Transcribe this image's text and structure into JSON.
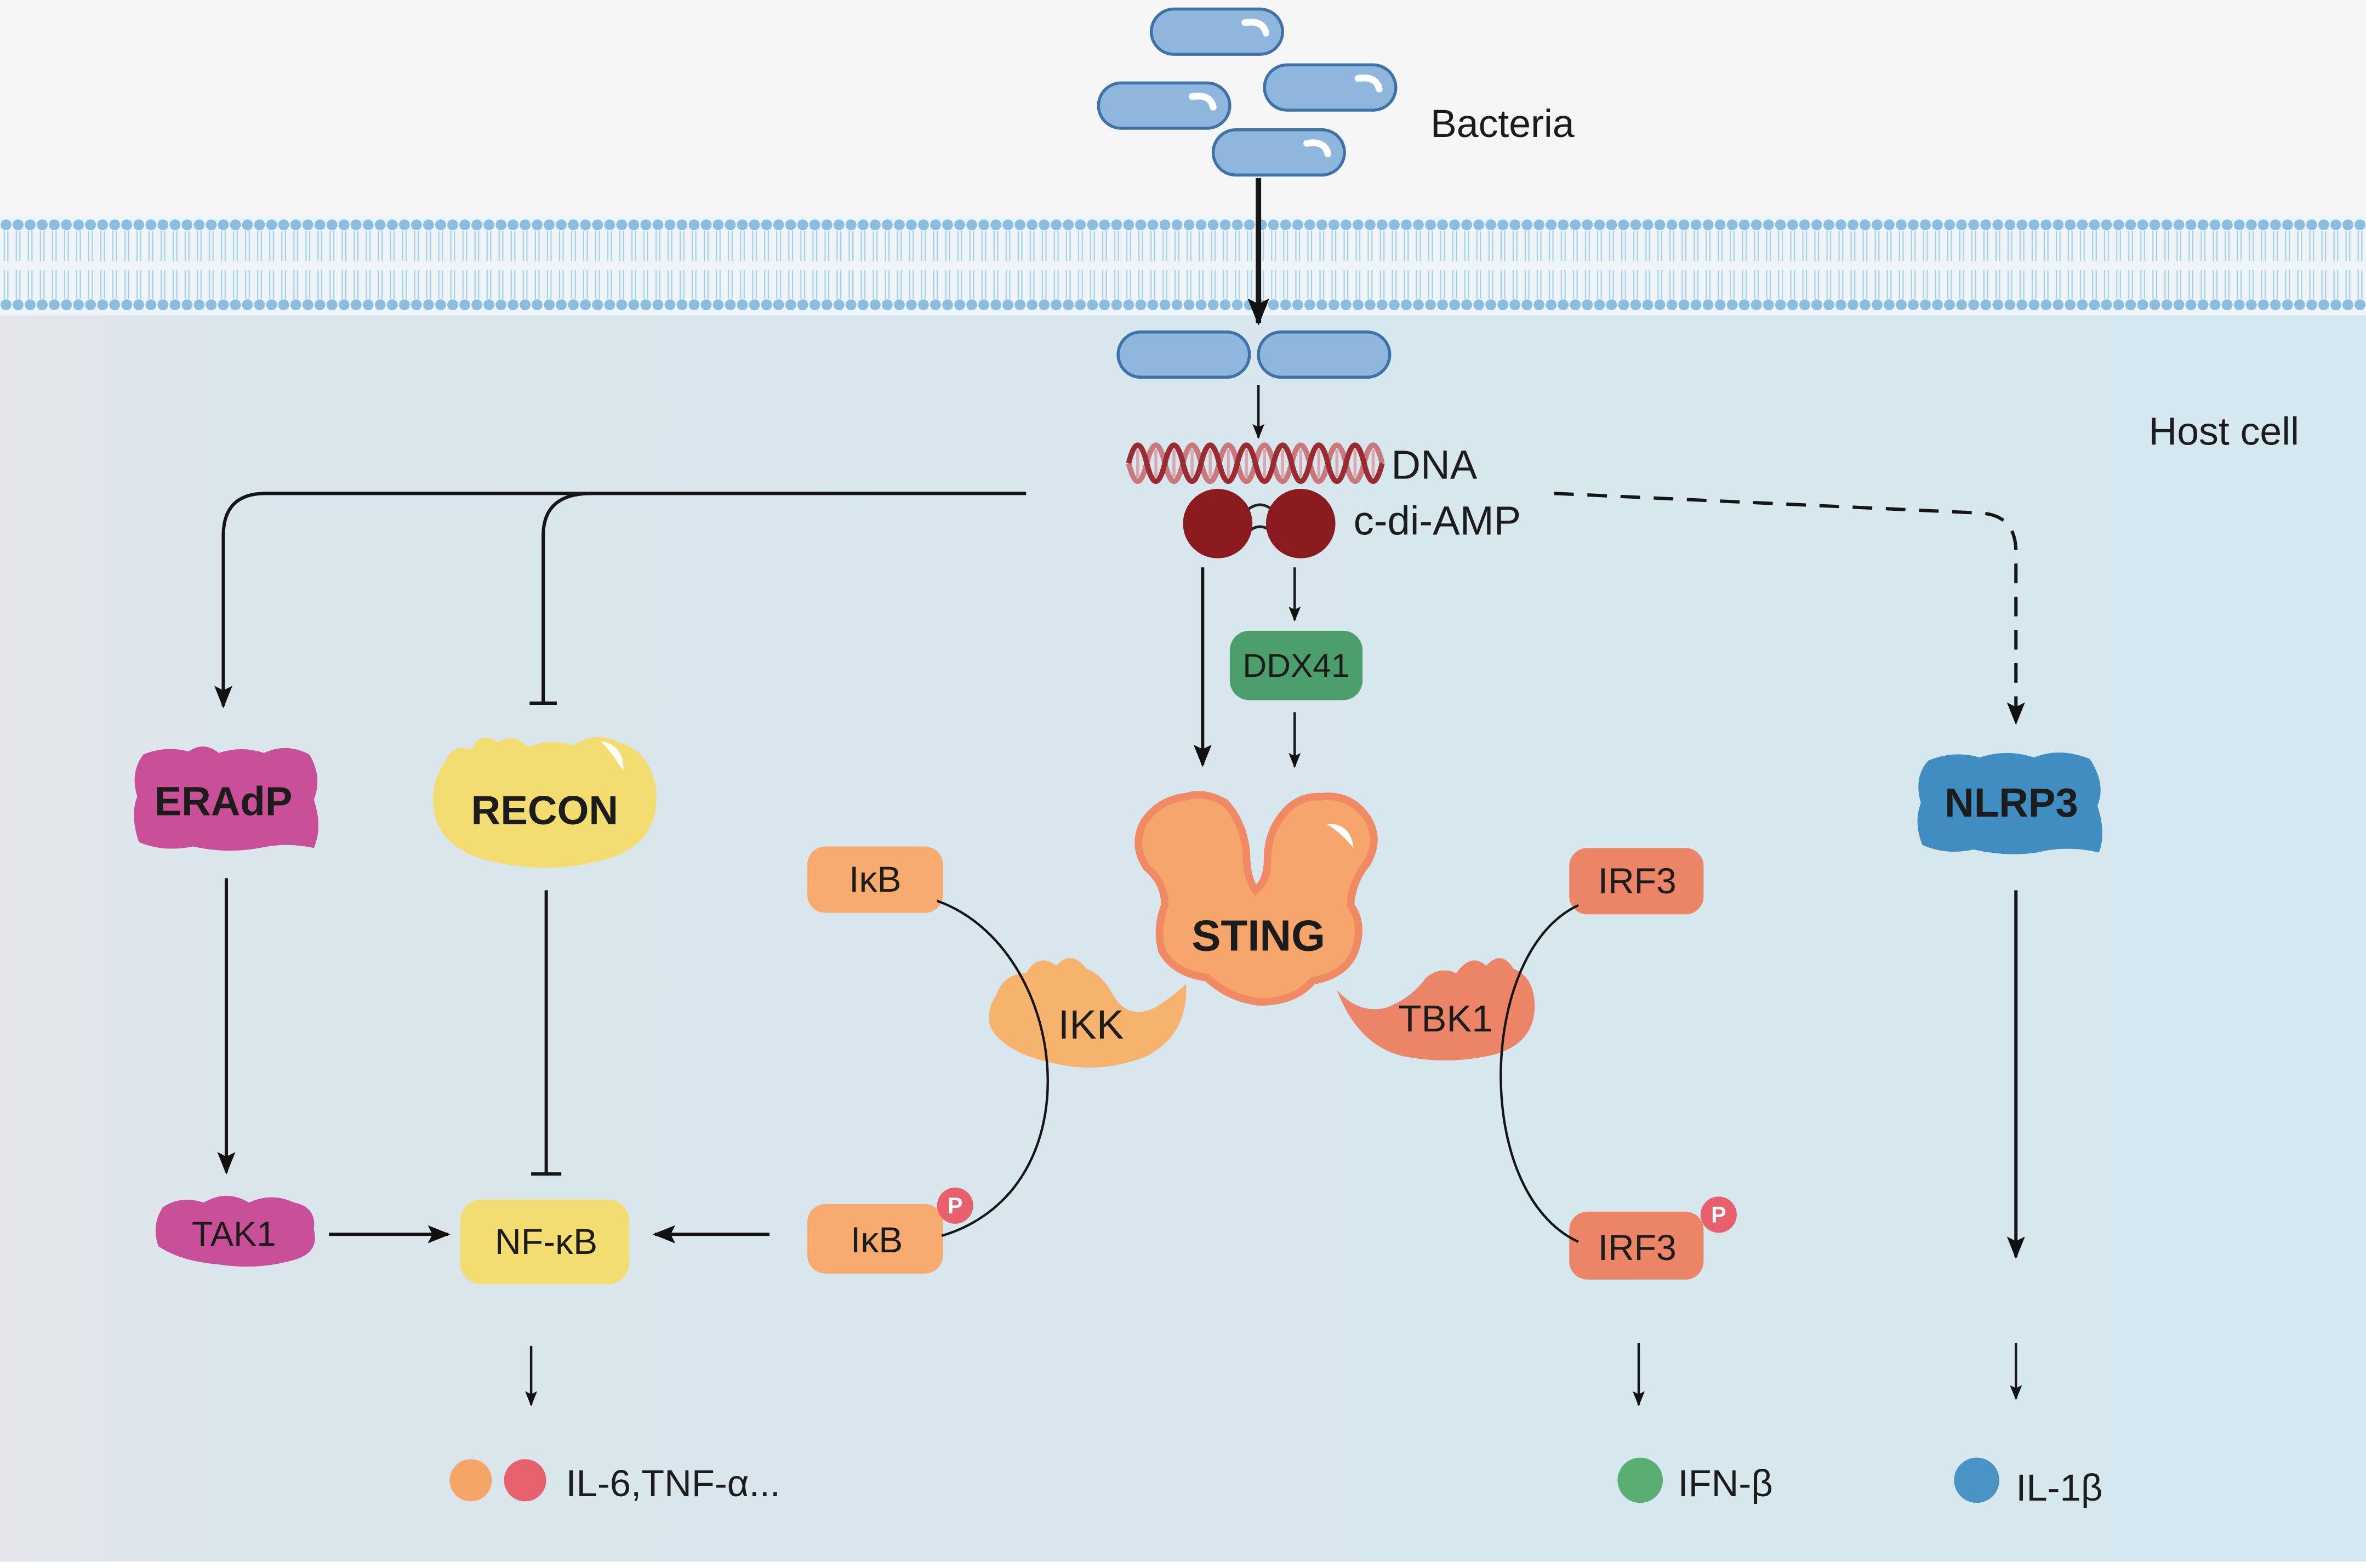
{
  "labels": {
    "bacteria": "Bacteria",
    "host_cell": "Host cell",
    "dna": "DNA",
    "c_di_amp": "c-di-AMP"
  },
  "nodes": {
    "ddx41": "DDX41",
    "sting": "STING",
    "eradp": "ERAdP",
    "recon": "RECON",
    "nlrp3": "NLRP3",
    "ikk": "IKK",
    "tbk1": "TBK1",
    "ikb_upper": "IκB",
    "ikb_lower": "IκB",
    "irf3_upper": "IRF3",
    "irf3_lower": "IRF3",
    "tak1": "TAK1",
    "nfkb": "NF-κB"
  },
  "phosphate_marks": {
    "ikb": "P",
    "irf3": "P"
  },
  "outputs": {
    "nfkb_cytokines": "IL-6,TNF-α...",
    "ifn_beta": "IFN-β",
    "il_1_beta": "IL-1β"
  },
  "colors": {
    "bacteria": "#8fb6dc",
    "eradp": "#c94f98",
    "recon": "#f3dd70",
    "nlrp3": "#3f8dc1",
    "sting": "#f6a66b",
    "ikk": "#f6b36e",
    "tbk1": "#ec8468",
    "ikb": "#f7ab6f",
    "irf3": "#ec8468",
    "ddx41": "#4c9e6c",
    "tak1": "#c94f98",
    "nfkb": "#f3dd70",
    "phospho": "#e8606e",
    "c_di_amp": "#8b1a1f",
    "out_orange": "#f6a569",
    "out_pink": "#e8626d",
    "out_green": "#5aae73",
    "out_blue": "#4a93c5"
  }
}
